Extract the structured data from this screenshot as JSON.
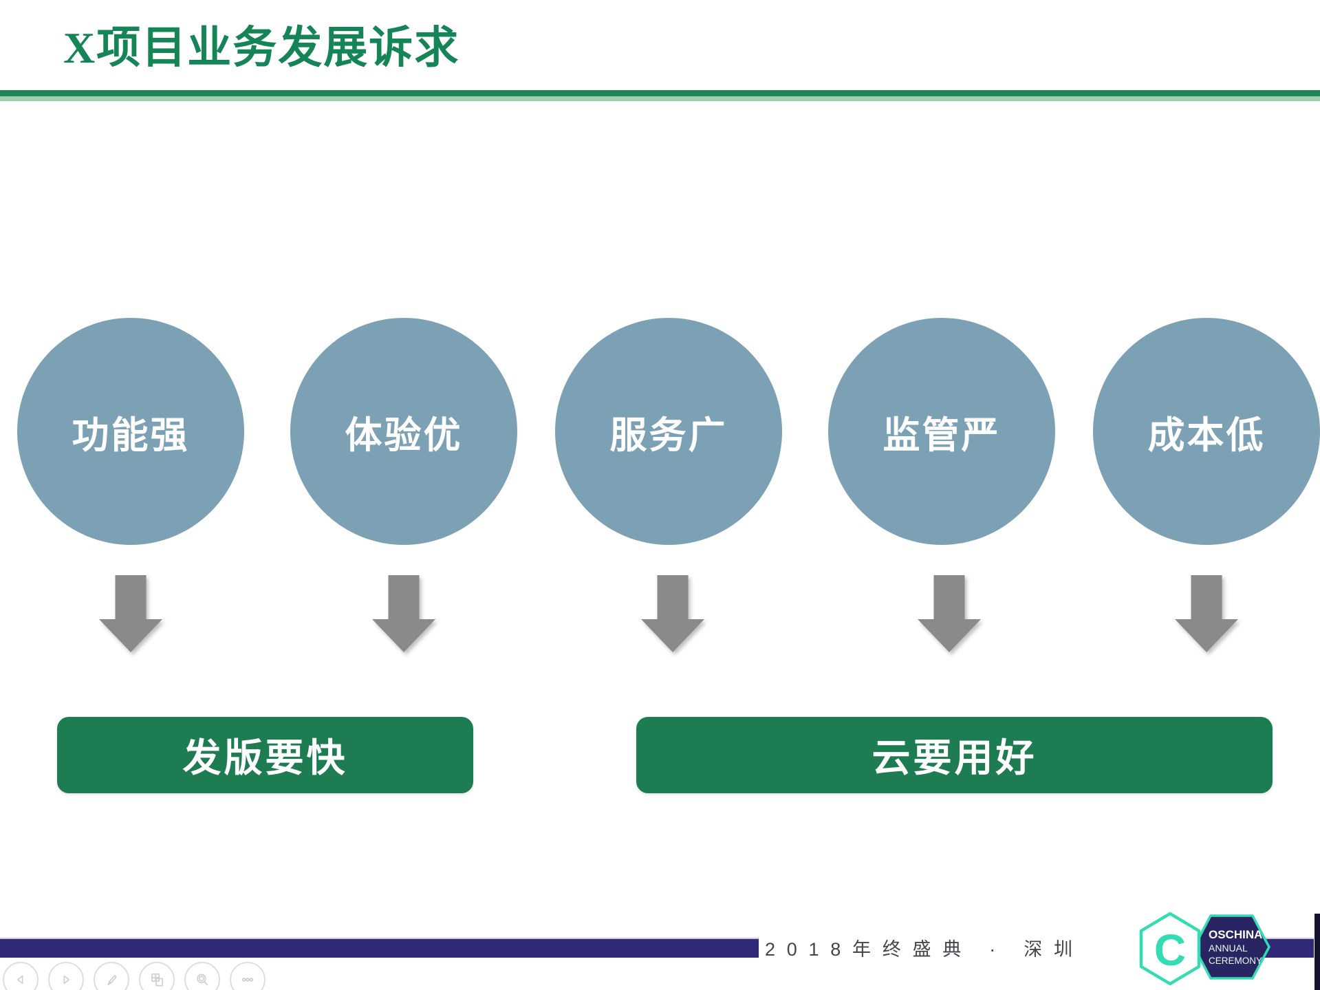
{
  "slide": {
    "title": "X项目业务发展诉求",
    "circles": [
      {
        "label": "功能强"
      },
      {
        "label": "体验优"
      },
      {
        "label": "服务广"
      },
      {
        "label": "监管严"
      },
      {
        "label": "成本低"
      }
    ],
    "conclusions": [
      {
        "label": "发版要快"
      },
      {
        "label": "云要用好"
      }
    ]
  },
  "footer": {
    "event_text": "2018年终盛典 · 深圳",
    "logo": {
      "letter": "C",
      "org": "OSCHINA",
      "line2": "ANNUAL",
      "line3": "CEREMONY"
    }
  },
  "toolbar": {
    "buttons": [
      {
        "name": "previous-slide"
      },
      {
        "name": "next-slide"
      },
      {
        "name": "annotate-pen"
      },
      {
        "name": "slide-overview"
      },
      {
        "name": "zoom"
      },
      {
        "name": "more-options"
      }
    ]
  },
  "colors": {
    "title_green": "#158457",
    "divider_dark": "#1F8456",
    "divider_light": "#9FCFAD",
    "circle_fill": "#7DA1B4",
    "arrow_gray": "#8A8A8A",
    "box_green": "#1E7C52",
    "bar_purple": "#2F2977",
    "hex_navy": "#292562",
    "logo_teal": "#33DCB2",
    "footer_text": "#45454B"
  }
}
